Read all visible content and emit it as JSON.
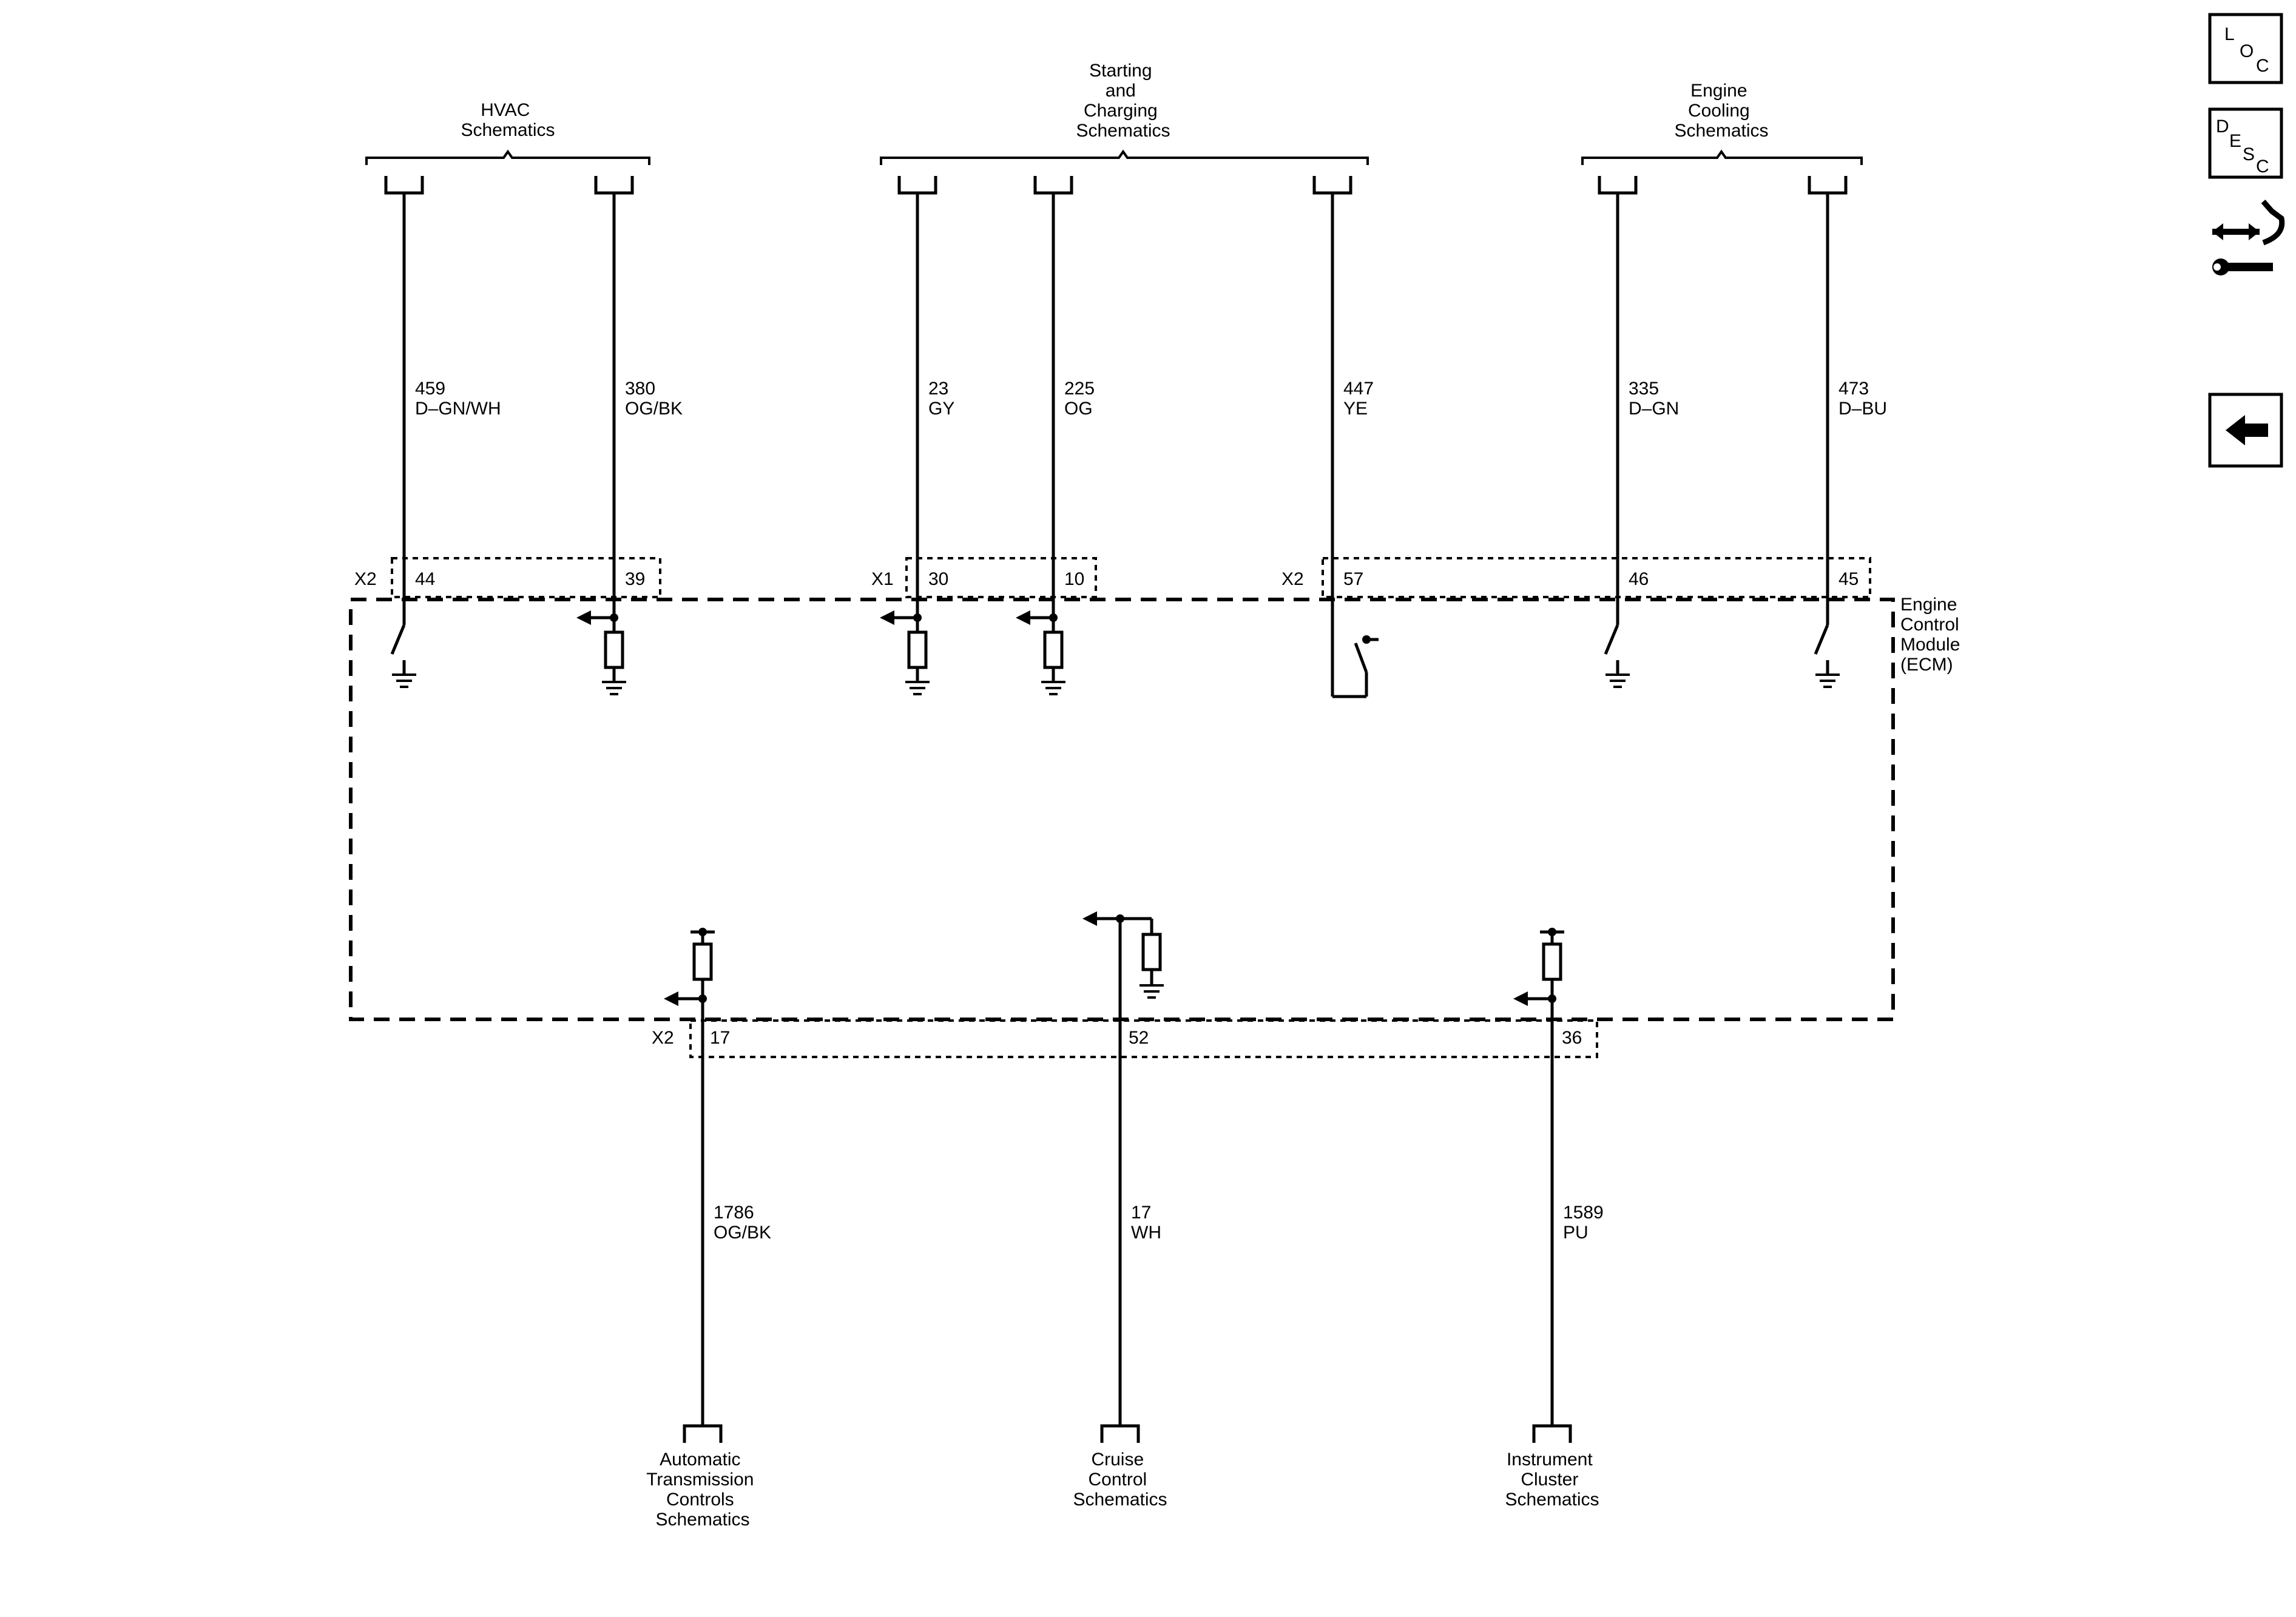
{
  "module": {
    "name_lines": [
      "Engine",
      "Control",
      "Module",
      "(ECM)"
    ]
  },
  "top_groups": [
    {
      "id": "hvac",
      "title_lines": [
        "HVAC",
        "Schematics"
      ]
    },
    {
      "id": "starting-charging",
      "title_lines": [
        "Starting",
        "and",
        "Charging",
        "Schematics"
      ]
    },
    {
      "id": "engine-cooling",
      "title_lines": [
        "Engine",
        "Cooling",
        "Schematics"
      ]
    }
  ],
  "top_circuits": [
    {
      "id": "c459",
      "circuit": "459",
      "color": "D–GN/WH",
      "pin": "44",
      "internal": "switch-ground"
    },
    {
      "id": "c380",
      "circuit": "380",
      "color": "OG/BK",
      "pin": "39",
      "internal": "arrow-resistor-ground"
    },
    {
      "id": "c23",
      "circuit": "23",
      "color": "GY",
      "pin": "30",
      "internal": "arrow-resistor-ground"
    },
    {
      "id": "c225",
      "circuit": "225",
      "color": "OG",
      "pin": "10",
      "internal": "arrow-resistor-ground"
    },
    {
      "id": "c447",
      "circuit": "447",
      "color": "YE",
      "pin": "57",
      "internal": "switch-pullup"
    },
    {
      "id": "c335",
      "circuit": "335",
      "color": "D–GN",
      "pin": "46",
      "internal": "switch-ground"
    },
    {
      "id": "c473",
      "circuit": "473",
      "color": "D–BU",
      "pin": "45",
      "internal": "switch-ground"
    }
  ],
  "top_connectors": [
    {
      "id": "x2-a",
      "label": "X2"
    },
    {
      "id": "x1",
      "label": "X1"
    },
    {
      "id": "x2-b",
      "label": "X2"
    }
  ],
  "bottom_connector": {
    "label": "X2"
  },
  "bottom_circuits": [
    {
      "id": "c1786",
      "circuit": "1786",
      "color": "OG/BK",
      "pin": "17",
      "internal": "pullup-arrow",
      "dest_lines": [
        "Automatic",
        "Transmission",
        "Controls",
        "Schematics"
      ]
    },
    {
      "id": "c17",
      "circuit": "17",
      "color": "WH",
      "pin": "52",
      "internal": "arrow-resistor-ground",
      "dest_lines": [
        "Cruise",
        "Control",
        "Schematics"
      ]
    },
    {
      "id": "c1589",
      "circuit": "1589",
      "color": "PU",
      "pin": "36",
      "internal": "pullup-arrow",
      "dest_lines": [
        "Instrument",
        "Cluster",
        "Schematics"
      ]
    }
  ],
  "nav": [
    {
      "id": "loc",
      "icon": "loc-icon",
      "letters": [
        "L",
        "O",
        "C"
      ]
    },
    {
      "id": "desc",
      "icon": "desc-icon",
      "letters": [
        "D",
        "E",
        "S",
        "C"
      ]
    },
    {
      "id": "connector-repair",
      "icon": "connector-repair-icon"
    },
    {
      "id": "back",
      "icon": "back-arrow-icon"
    }
  ]
}
